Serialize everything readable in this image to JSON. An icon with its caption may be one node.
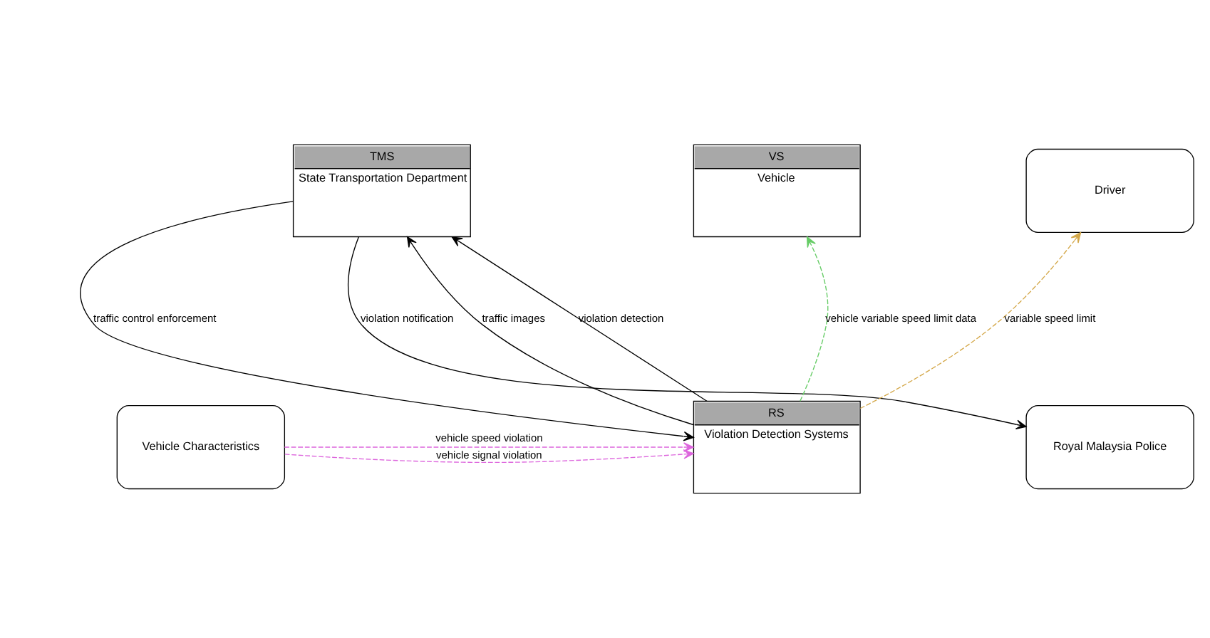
{
  "diagram": {
    "nodes": [
      {
        "text": [
          "TMS",
          "State Transportation Department"
        ]
      },
      {
        "text": [
          "VS",
          "Vehicle"
        ]
      },
      {
        "text": [
          "Driver"
        ]
      },
      {
        "text": [
          "Vehicle Characteristics"
        ]
      },
      {
        "text": [
          "RS",
          "Violation Detection Systems"
        ]
      },
      {
        "text": [
          "Royal Malaysia Police"
        ]
      }
    ],
    "edges": [
      {
        "from": 4,
        "to": 0,
        "arrow": "to",
        "label": "traffic images"
      },
      {
        "from": 4,
        "to": 0,
        "arrow": "to",
        "label": "violation detection"
      },
      {
        "from": 0,
        "to": 4,
        "arrow": "to",
        "label": "traffic control enforcement"
      },
      {
        "from": 0,
        "to": 5,
        "arrow": "to",
        "label": "violation notification"
      },
      {
        "from": 4,
        "to": 1,
        "arrow": "to",
        "label": "vehicle variable speed limit data",
        "style": "dashed",
        "color": "#66cc66"
      },
      {
        "from": 4,
        "to": 2,
        "arrow": "to",
        "label": "variable speed limit",
        "style": "dashed",
        "color": "#d4a84a"
      },
      {
        "from": 3,
        "to": 4,
        "arrow": "to",
        "label": "vehicle speed violation",
        "style": "dashed",
        "color": "#dd66dd"
      },
      {
        "from": 3,
        "to": 4,
        "arrow": "to",
        "label": "vehicle signal violation",
        "style": "dashed",
        "color": "#dd66dd"
      }
    ]
  }
}
